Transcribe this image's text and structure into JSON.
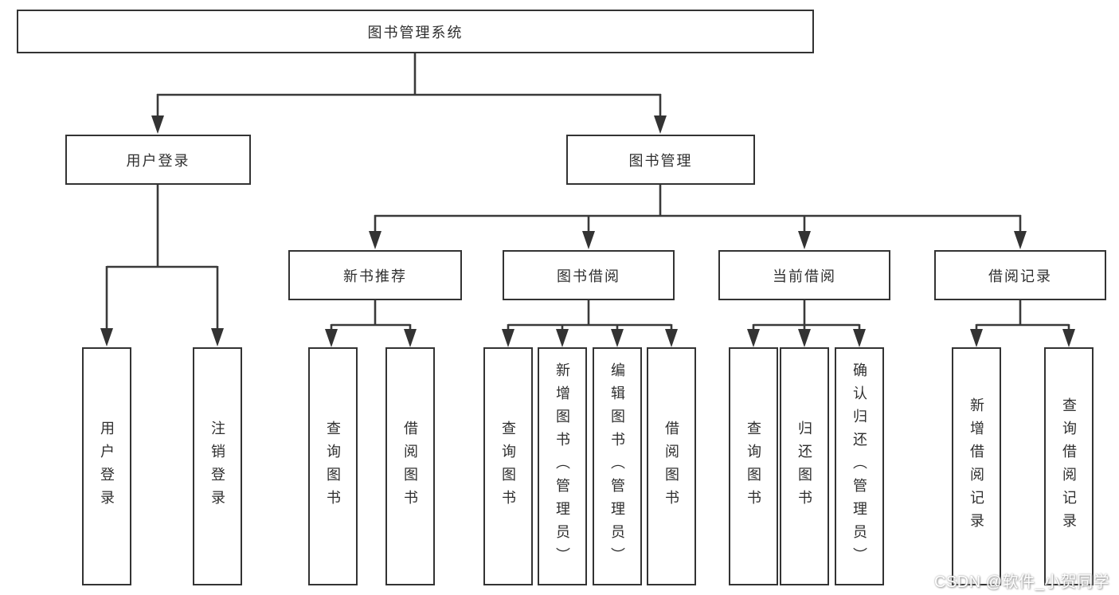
{
  "root": {
    "label": "图书管理系统"
  },
  "branches": [
    {
      "label": "用户登录",
      "leaves": [
        "用户登录",
        "注销登录"
      ]
    },
    {
      "label": "图书管理",
      "groups": [
        {
          "label": "新书推荐",
          "leaves": [
            "查询图书",
            "借阅图书"
          ]
        },
        {
          "label": "图书借阅",
          "leaves": [
            "查询图书",
            "新增图书（管理员）",
            "编辑图书（管理员）",
            "借阅图书"
          ]
        },
        {
          "label": "当前借阅",
          "leaves": [
            "查询图书",
            "归还图书",
            "确认归还（管理员）"
          ]
        },
        {
          "label": "借阅记录",
          "leaves": [
            "新增借阅记录",
            "查询借阅记录"
          ]
        }
      ]
    }
  ],
  "watermark": "CSDN @软件_小贺同学",
  "colors": {
    "line": "#3a3a3a",
    "border": "#333333",
    "text": "#2f2f2f",
    "watermark_shadow": "#9a9a9a"
  }
}
